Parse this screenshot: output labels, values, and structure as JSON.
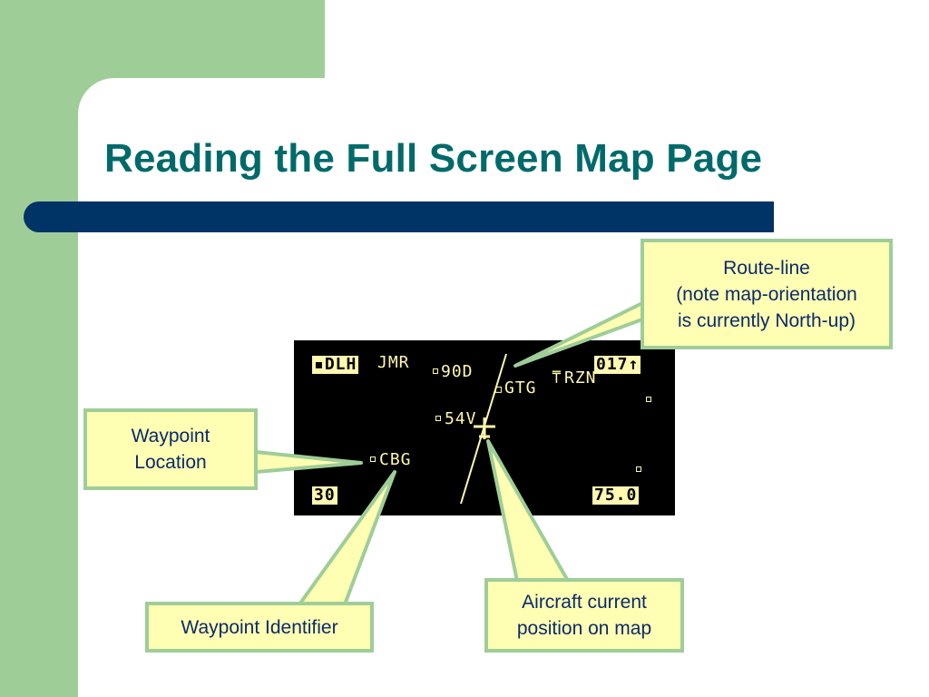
{
  "slide": {
    "title": "Reading the Full Screen Map Page"
  },
  "map": {
    "waypoints": {
      "top_left_selected": "DLH",
      "jmr": "JMR",
      "d90": "90D",
      "gtg": "GTG",
      "arzn": "RZN",
      "v54": "54V",
      "cbg": "CBG"
    },
    "track_readout": "017",
    "range_readout": "30",
    "distance_readout": "75.0"
  },
  "callouts": {
    "route_line": {
      "line1": "Route-line",
      "line2": "(note map-orientation",
      "line3": "is currently North-up)"
    },
    "waypoint_location": {
      "line1": "Waypoint",
      "line2": "Location"
    },
    "waypoint_identifier": {
      "line1": "Waypoint Identifier"
    },
    "aircraft_position": {
      "line1": "Aircraft current",
      "line2": "position on map"
    }
  },
  "colors": {
    "background_green": "#9fcd98",
    "title_teal": "#006a6a",
    "title_bar_navy": "#003366",
    "callout_fill": "#ffffb3",
    "callout_text": "#0b2a6b",
    "mfd_yellow": "#fff8b0"
  }
}
